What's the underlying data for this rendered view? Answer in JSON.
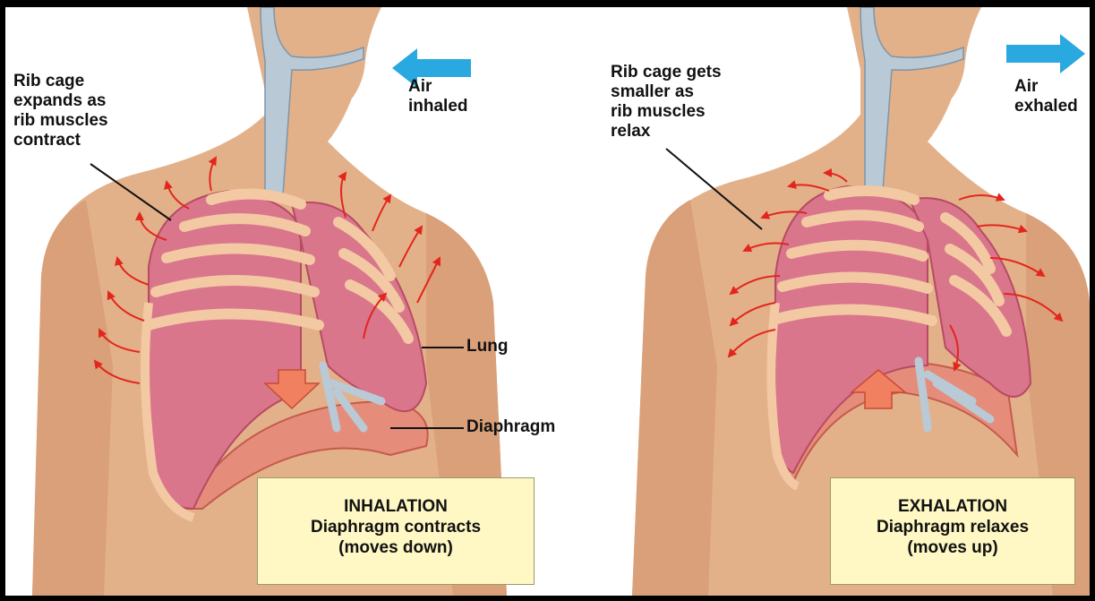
{
  "panels": {
    "inhalation": {
      "rib_label": "Rib cage\nexpands as\nrib muscles\ncontract",
      "air_label": "Air\ninhaled",
      "lung_label": "Lung",
      "diaphragm_label": "Diaphragm",
      "caption": {
        "title": "INHALATION",
        "line1": "Diaphragm contracts",
        "line2": "(moves down)"
      }
    },
    "exhalation": {
      "rib_label": "Rib cage gets\nsmaller as\nrib muscles\nrelax",
      "air_label": "Air\nexhaled",
      "caption": {
        "title": "EXHALATION",
        "line1": "Diaphragm relaxes",
        "line2": "(moves up)"
      }
    }
  },
  "colors": {
    "skin": "#e3b189",
    "lung": "#d9768c",
    "rib": "#f2c9a2",
    "arrow_red": "#e3261d",
    "arrow_blue": "#2aa8e0",
    "airway": "#b9c9d6",
    "caption_bg": "#fff8c4"
  }
}
